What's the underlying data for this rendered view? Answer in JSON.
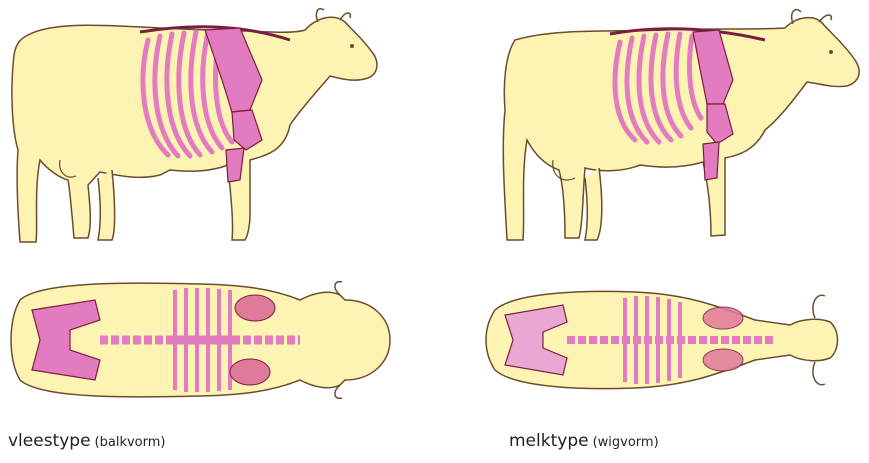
{
  "panels": [
    {
      "type_label": "vleestype",
      "shape_label": "(balkvorm)"
    },
    {
      "type_label": "melktype",
      "shape_label": "(wigvorm)"
    }
  ],
  "colors": {
    "body_fill": "#fdf4b4",
    "outline": "#6b4c2e",
    "bone": "#e27bbf",
    "bone_dark": "#7a1e3f",
    "organ": "#e07a9a"
  }
}
